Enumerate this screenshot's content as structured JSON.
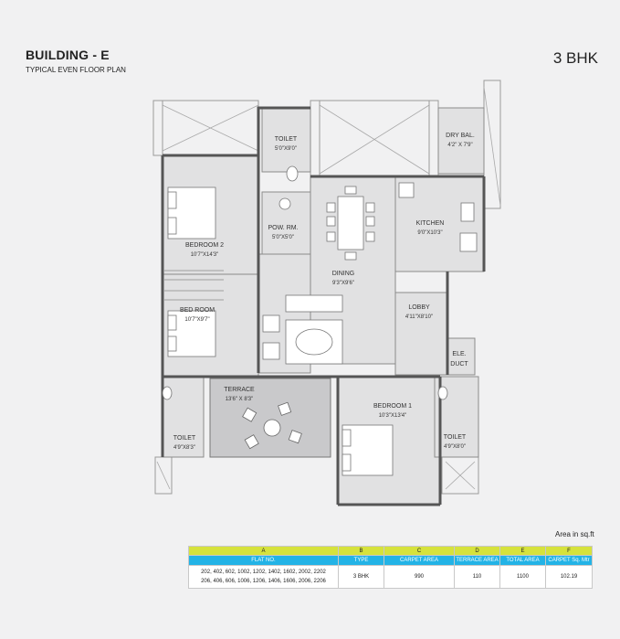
{
  "header": {
    "title": "BUILDING - E",
    "subtitle": "TYPICAL EVEN FLOOR PLAN",
    "type": "3 BHK"
  },
  "rooms": {
    "toilet_top": {
      "name": "TOILET",
      "dim": "5'0\"X9'0\""
    },
    "dry_bal": {
      "name": "DRY BAL.",
      "dim": "4'2\" X 7'9\""
    },
    "pow_rm": {
      "name": "POW. RM.",
      "dim": "5'0\"X5'0\""
    },
    "kitchen": {
      "name": "KITCHEN",
      "dim": "9'0\"X10'3\""
    },
    "bedroom2": {
      "name": "BEDROOM 2",
      "dim": "10'7\"X14'3\""
    },
    "dining": {
      "name": "DINING",
      "dim": "9'3\"X9'6\""
    },
    "bed_room": {
      "name": "BED ROOM",
      "dim": "10'7\"X9'7\""
    },
    "lobby": {
      "name": "LOBBY",
      "dim": "4'11\"X8'10\""
    },
    "ele_duct": {
      "name": "ELE.",
      "name2": "DUCT"
    },
    "terrace": {
      "name": "TERRACE",
      "dim": "13'6\" X 8'3\""
    },
    "bedroom1": {
      "name": "BEDROOM 1",
      "dim": "10'3\"X13'4\""
    },
    "toilet_left": {
      "name": "TOILET",
      "dim": "4'9\"X8'3\""
    },
    "toilet_right": {
      "name": "TOILET",
      "dim": "4'9\"X8'0\""
    }
  },
  "area_note": "Area in sq.ft",
  "table": {
    "letters": [
      "A",
      "B",
      "C",
      "D",
      "E",
      "F"
    ],
    "headers": [
      "FLAT NO.",
      "TYPE",
      "CARPET AREA",
      "TERRACE AREA",
      "TOTAL AREA",
      "CARPET Sq. Mtr"
    ],
    "flat_line1": "202, 402, 602, 1002, 1202, 1402, 1602, 2002, 2202",
    "flat_line2": "206, 406, 606, 1006, 1206, 1406, 1606, 2006, 2206",
    "type": "3 BHK",
    "carpet_area": "990",
    "terrace_area": "110",
    "total_area": "1100",
    "carpet_sqm": "102.19"
  },
  "colors": {
    "background": "#f1f1f2",
    "room_fill": "#e1e1e2",
    "terrace_fill": "#c9c9cb",
    "table_letter_row": "#d6e23c",
    "table_header_row": "#23b3e6"
  }
}
